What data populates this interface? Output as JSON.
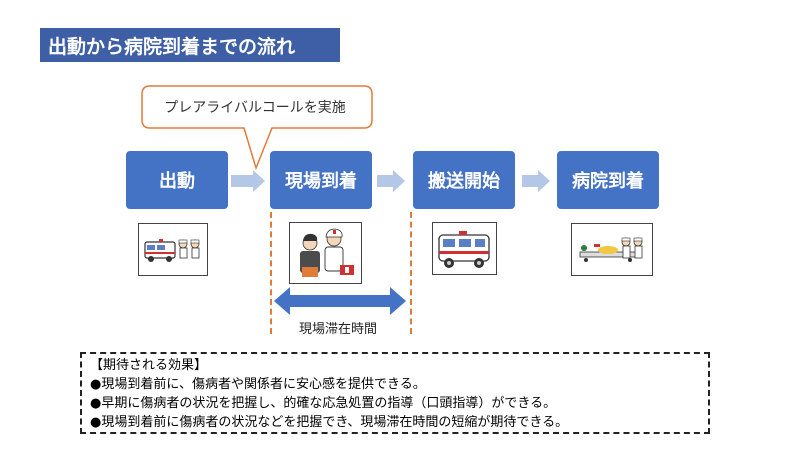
{
  "title": "出動から病院到着までの流れ",
  "callout": "プレアライバルコールを実施",
  "steps": [
    "出動",
    "現場到着",
    "搬送開始",
    "病院到着"
  ],
  "icons": [
    "ambulance-with-crew-icon",
    "consultation-icon",
    "ambulance-icon",
    "stretcher-transport-icon"
  ],
  "stay_time_label": "現場滞在時間",
  "effects": {
    "heading": "【期待される効果】",
    "items": [
      "●現場到着前に、傷病者や関係者に安心感を提供できる。",
      "●早期に傷病者の状況を把握し、的確な応急処置の指導（口頭指導）ができる。",
      "●現場到着前に傷病者の状況などを把握でき、現場滞在時間の短縮が期待できる。"
    ]
  },
  "colors": {
    "title_bg": "#3e5fa6",
    "step_bg": "#4472c4",
    "arrow": "#b4c7e7",
    "accent": "#e07b39"
  }
}
